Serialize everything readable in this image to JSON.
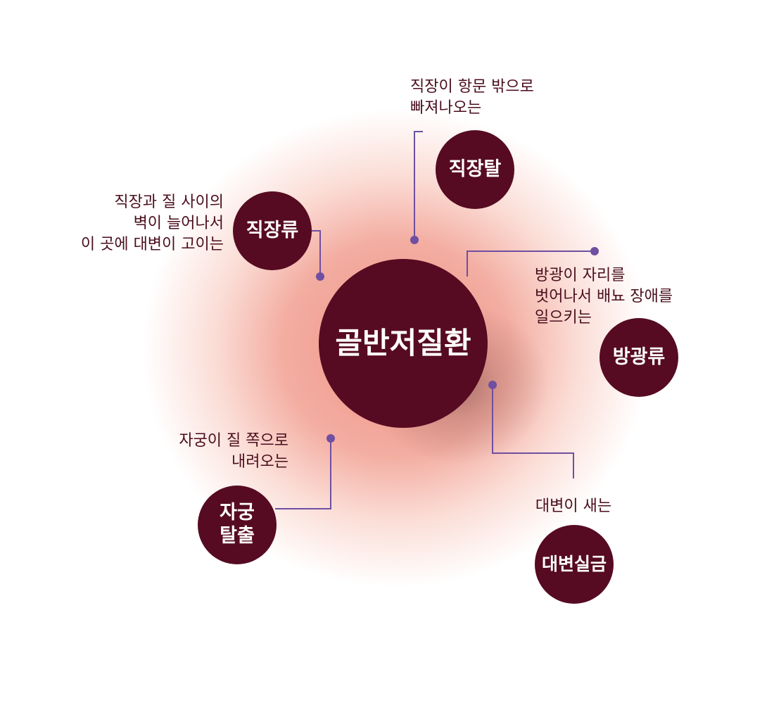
{
  "colors": {
    "node": "#560b22",
    "connector": "#6f4fa0",
    "label": "#4a0e1d",
    "glow": "#ee9585"
  },
  "center": {
    "label": "골반저질환"
  },
  "nodes": [
    {
      "id": "rectal-prolapse",
      "label": "직장탈",
      "description": "직장이 항문 밖으로\n빠져나오는"
    },
    {
      "id": "rectocele",
      "label": "직장류",
      "description": "직장과 질 사이의\n벽이 늘어나서\n이 곳에 대변이 고이는"
    },
    {
      "id": "cystocele",
      "label": "방광류",
      "description": "방광이 자리를\n벗어나서 배뇨 장애를\n일으키는"
    },
    {
      "id": "uterine-prolapse",
      "label": "자궁\n탈출",
      "description": "자궁이 질 쪽으로\n내려오는"
    },
    {
      "id": "fecal-incontinence",
      "label": "대변실금",
      "description": "대변이 새는"
    }
  ]
}
